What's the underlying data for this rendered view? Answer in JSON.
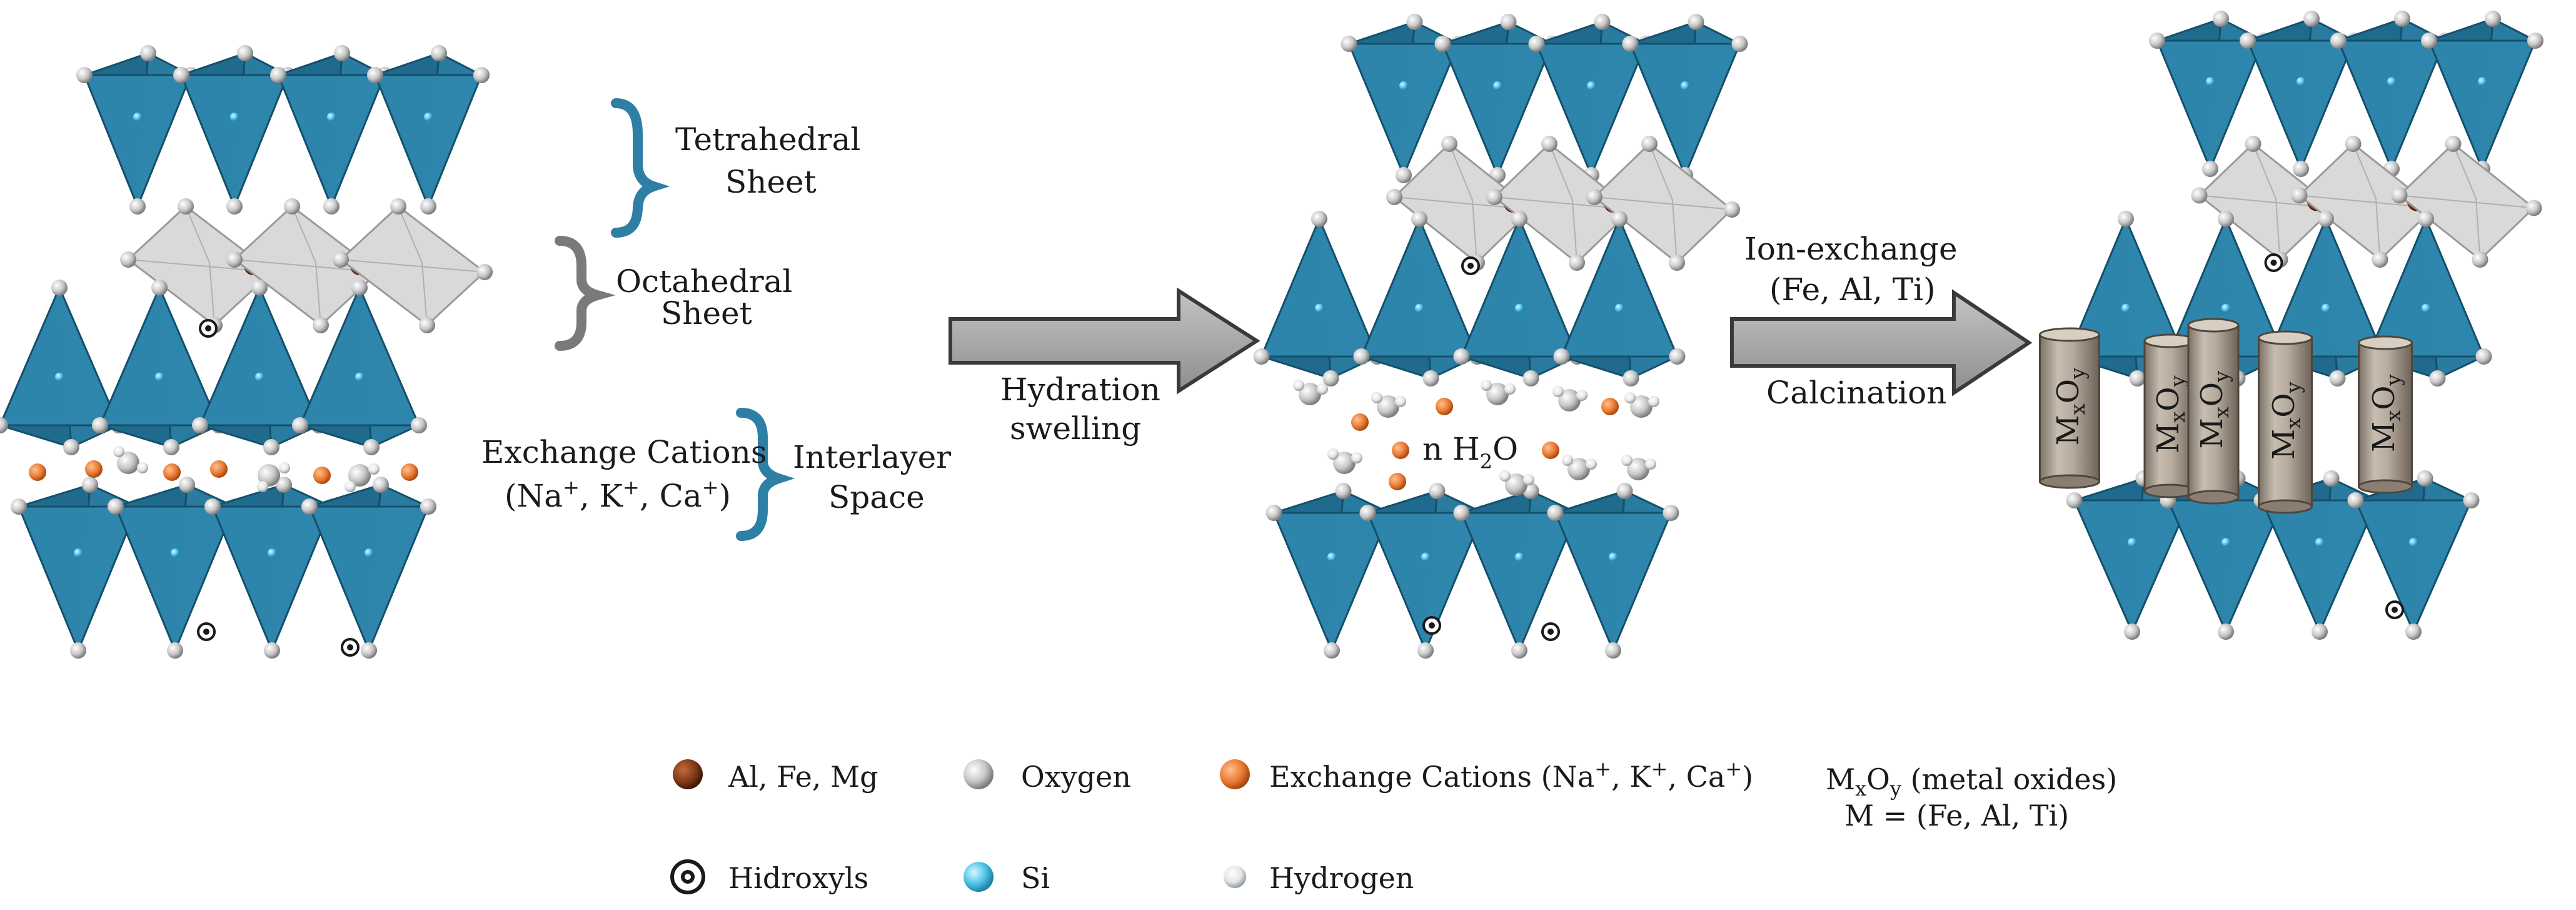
{
  "labels": {
    "tetrahedral_1": "Tetrahedral",
    "tetrahedral_2": "Sheet",
    "octahedral_1": "Octahedral",
    "octahedral_2": "Sheet",
    "exchange_cations_1": "Exchange Cations",
    "exchange_cations_2": "(Na",
    "exchange_cations_sup1": "+",
    "exchange_cations_3": ", K",
    "exchange_cations_sup2": "+",
    "exchange_cations_4": ", Ca",
    "exchange_cations_sup3": "+",
    "exchange_cations_5": ")",
    "interlayer_1": "Interlayer",
    "interlayer_2": "Space",
    "hydration_1": "Hydration",
    "hydration_2": "swelling",
    "water_prefix": "n H",
    "water_sub": "2",
    "water_suffix": "O",
    "ion_exchange_1": "Ion-exchange",
    "ion_exchange_2": "(Fe, Al, Ti)",
    "calcination": "Calcination",
    "pillar_m": "M",
    "pillar_x": "x",
    "pillar_o": "O",
    "pillar_y": "y"
  },
  "legend": {
    "al_fe_mg": "Al, Fe, Mg",
    "oxygen": "Oxygen",
    "exchange_prefix": "Exchange Cations (Na",
    "exchange_sup1": "+",
    "exchange_mid1": ", K",
    "exchange_sup2": "+",
    "exchange_mid2": ", Ca",
    "exchange_sup3": "+",
    "exchange_suffix": ")",
    "hidroxyls": "Hidroxyls",
    "si": "Si",
    "hydrogen": "Hydrogen",
    "mxoy_m": "M",
    "mxoy_x": "x",
    "mxoy_o": "O",
    "mxoy_y": "y",
    "mxoy_desc": " (metal oxides)",
    "m_def": "M = (Fe, Al, Ti)"
  },
  "colors": {
    "tetra_blue": "#2f87ad",
    "tetra_dark": "#1f6a8d",
    "octa_grey": "#d9d9d9",
    "bracket_blue": "#2e7fa6",
    "bracket_grey": "#7a7a7a",
    "al_fe_mg": "#7a3512",
    "oxygen": "#c9c9c9",
    "exchange_cation": "#e8782f",
    "si": "#4fc3e8",
    "hydrogen": "#e8e8e8",
    "arrow": "#a9a9a9",
    "pillar": "#b5a99b"
  }
}
